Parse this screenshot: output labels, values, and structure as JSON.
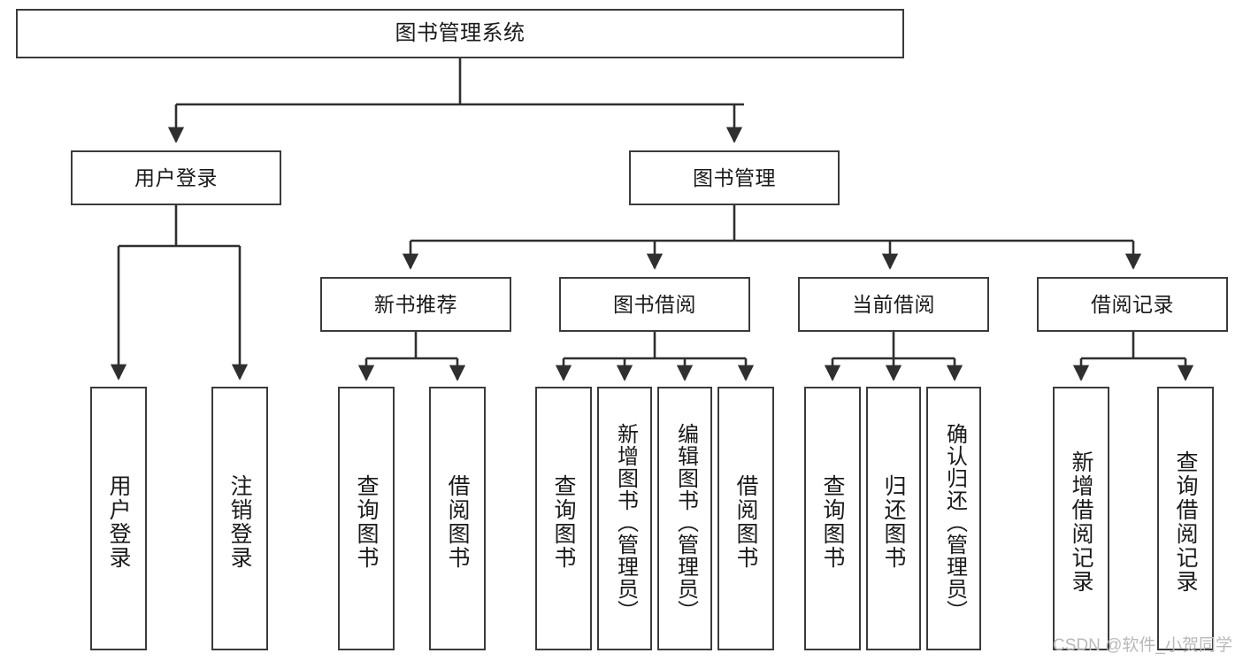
{
  "diagram": {
    "type": "tree-hierarchy",
    "title": "图书管理系统",
    "watermark": "CSDN @软件_小贺同学",
    "colors": {
      "box_border": "#3b3b3b",
      "box_fill": "#ffffff",
      "edge": "#2f2f2f",
      "text": "#1a1a1a",
      "watermark": "#b9b9b9",
      "background": "#ffffff"
    },
    "levels": {
      "root": {
        "label": "图书管理系统"
      },
      "level1": [
        {
          "id": "user-login",
          "label": "用户登录"
        },
        {
          "id": "book-management",
          "label": "图书管理"
        }
      ],
      "level2": [
        {
          "id": "new-book-recommend",
          "label": "新书推荐",
          "parent": "book-management"
        },
        {
          "id": "book-borrow",
          "label": "图书借阅",
          "parent": "book-management"
        },
        {
          "id": "current-borrow",
          "label": "当前借阅",
          "parent": "book-management"
        },
        {
          "id": "borrow-record",
          "label": "借阅记录",
          "parent": "book-management"
        }
      ],
      "leaves": {
        "user-login": [
          {
            "id": "leaf-user-login",
            "label": "用户登录"
          },
          {
            "id": "leaf-logout",
            "label": "注销登录"
          }
        ],
        "new-book-recommend": [
          {
            "id": "leaf-query-book-1",
            "label": "查询图书"
          },
          {
            "id": "leaf-borrow-book-1",
            "label": "借阅图书"
          }
        ],
        "book-borrow": [
          {
            "id": "leaf-query-book-2",
            "label": "查询图书"
          },
          {
            "id": "leaf-add-book",
            "label": "新增图书（管理员）"
          },
          {
            "id": "leaf-edit-book",
            "label": "编辑图书（管理员）"
          },
          {
            "id": "leaf-borrow-book-2",
            "label": "借阅图书"
          }
        ],
        "current-borrow": [
          {
            "id": "leaf-query-book-3",
            "label": "查询图书"
          },
          {
            "id": "leaf-return-book",
            "label": "归还图书"
          },
          {
            "id": "leaf-confirm-return",
            "label": "确认归还（管理员）"
          }
        ],
        "borrow-record": [
          {
            "id": "leaf-add-record",
            "label": "新增借阅记录"
          },
          {
            "id": "leaf-query-record",
            "label": "查询借阅记录"
          }
        ]
      }
    }
  }
}
